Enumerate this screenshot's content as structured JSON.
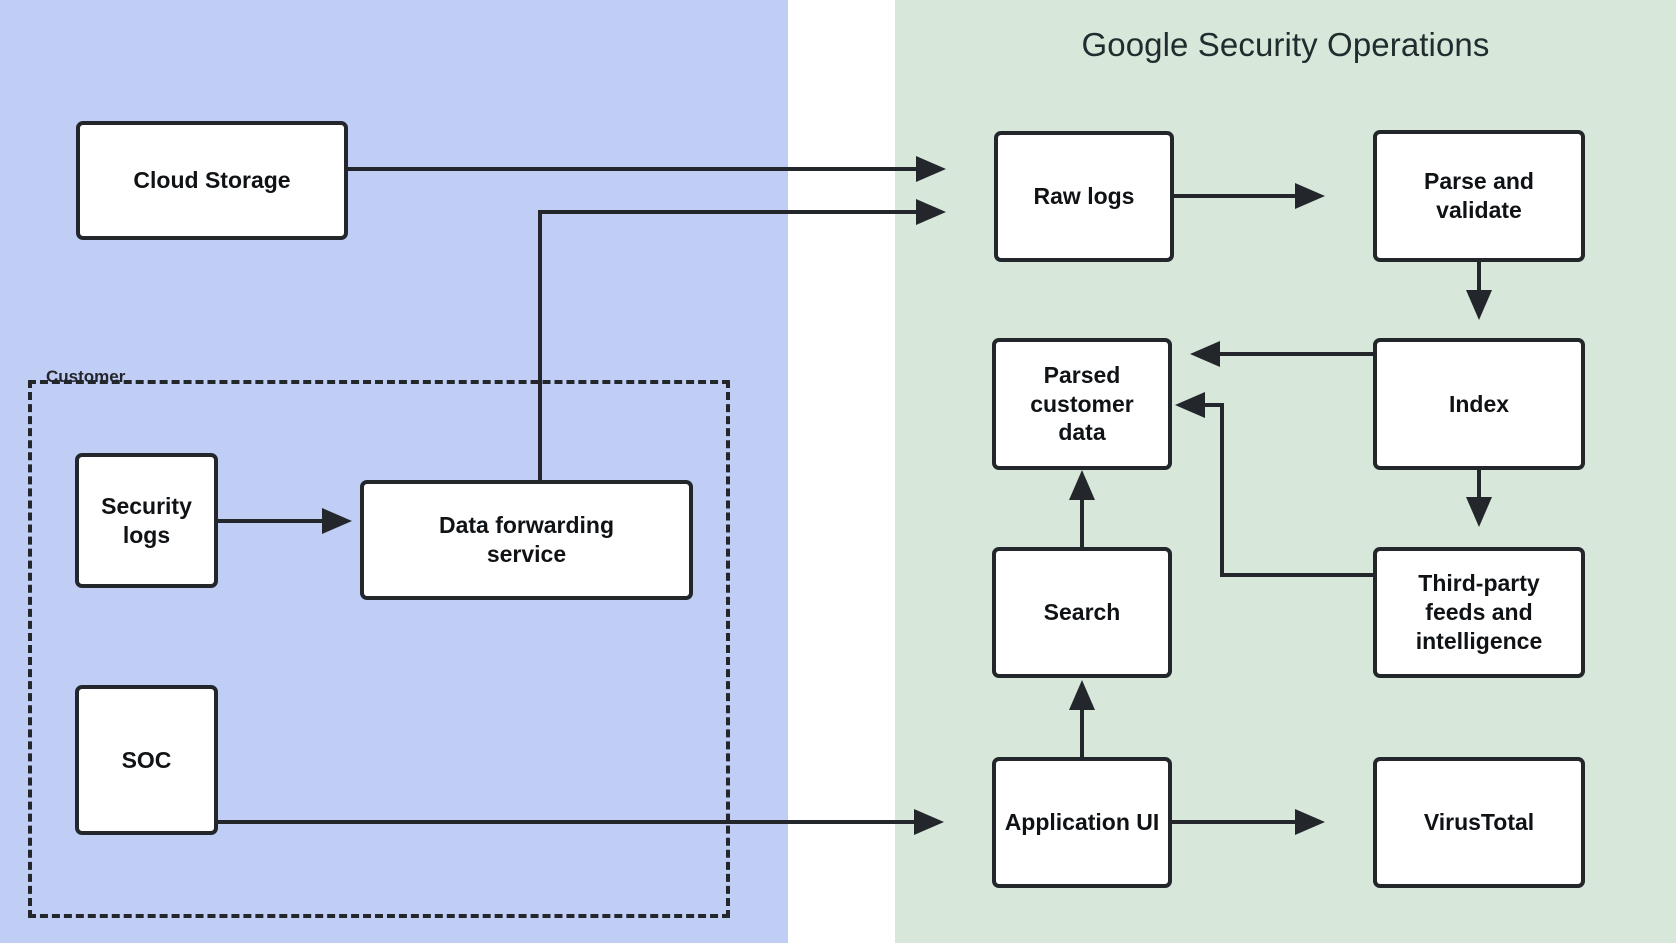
{
  "diagram": {
    "title_right_panel": "Google Security Operations",
    "zones": [
      {
        "id": "customer-environment",
        "label": "",
        "color": "#c0cdf5"
      },
      {
        "id": "google-security-operations",
        "label": "Google Security Operations",
        "color": "#d7e7da"
      }
    ],
    "boundary": {
      "label": "Customer",
      "style": "dashed",
      "color": "#23272c"
    },
    "nodes": [
      {
        "id": "cloud-storage",
        "label": "Cloud Storage",
        "zone": "customer-environment"
      },
      {
        "id": "security-logs",
        "label": "Security logs",
        "zone": "customer"
      },
      {
        "id": "soc",
        "label": "SOC",
        "zone": "customer"
      },
      {
        "id": "data-forwarding",
        "label": "Data forwarding service",
        "zone": "customer"
      },
      {
        "id": "raw-logs",
        "label": "Raw logs",
        "zone": "google-security-operations"
      },
      {
        "id": "parse-validate",
        "label": "Parse and validate",
        "zone": "google-security-operations"
      },
      {
        "id": "parsed-data",
        "label": "Parsed customer data",
        "zone": "google-security-operations"
      },
      {
        "id": "index",
        "label": "Index",
        "zone": "google-security-operations"
      },
      {
        "id": "search",
        "label": "Search",
        "zone": "google-security-operations"
      },
      {
        "id": "third-party",
        "label": "Third-party feeds and intelligence",
        "zone": "google-security-operations"
      },
      {
        "id": "application-ui",
        "label": "Application UI",
        "zone": "google-security-operations"
      },
      {
        "id": "virustotal",
        "label": "VirusTotal",
        "zone": "google-security-operations"
      }
    ],
    "edges": [
      {
        "from": "cloud-storage",
        "to": "raw-logs",
        "label": ""
      },
      {
        "from": "data-forwarding",
        "to": "raw-logs",
        "label": ""
      },
      {
        "from": "security-logs",
        "to": "data-forwarding",
        "label": ""
      },
      {
        "from": "soc",
        "to": "application-ui",
        "label": ""
      },
      {
        "from": "raw-logs",
        "to": "parse-validate",
        "label": ""
      },
      {
        "from": "parse-validate",
        "to": "index",
        "label": ""
      },
      {
        "from": "index",
        "to": "parsed-data",
        "label": ""
      },
      {
        "from": "index",
        "to": "third-party",
        "label": ""
      },
      {
        "from": "third-party",
        "to": "parsed-data",
        "label": ""
      },
      {
        "from": "search",
        "to": "parsed-data",
        "label": ""
      },
      {
        "from": "application-ui",
        "to": "search",
        "label": ""
      },
      {
        "from": "application-ui",
        "to": "virustotal",
        "label": ""
      }
    ]
  },
  "nodes": {
    "cloud_storage": "Cloud Storage",
    "security_logs_line1": "Security",
    "security_logs_line2": "logs",
    "soc": "SOC",
    "data_forwarding_line1": "Data forwarding",
    "data_forwarding_line2": "service",
    "raw_logs": "Raw logs",
    "parse_validate_line1": "Parse and",
    "parse_validate_line2": "validate",
    "parsed_data_line1": "Parsed",
    "parsed_data_line2": "customer",
    "parsed_data_line3": "data",
    "index": "Index",
    "search": "Search",
    "third_party_line1": "Third-party",
    "third_party_line2": "feeds and",
    "third_party_line3": "intelligence",
    "application_ui": "Application UI",
    "virustotal": "VirusTotal"
  },
  "labels": {
    "gso_title": "Google Security Operations",
    "customer_boundary": "Customer"
  },
  "colors": {
    "customer_zone": "#c0cdf5",
    "gso_zone": "#d7e7da",
    "node_fill": "#ffffff",
    "stroke": "#23272c",
    "title_text": "#222c2e"
  }
}
